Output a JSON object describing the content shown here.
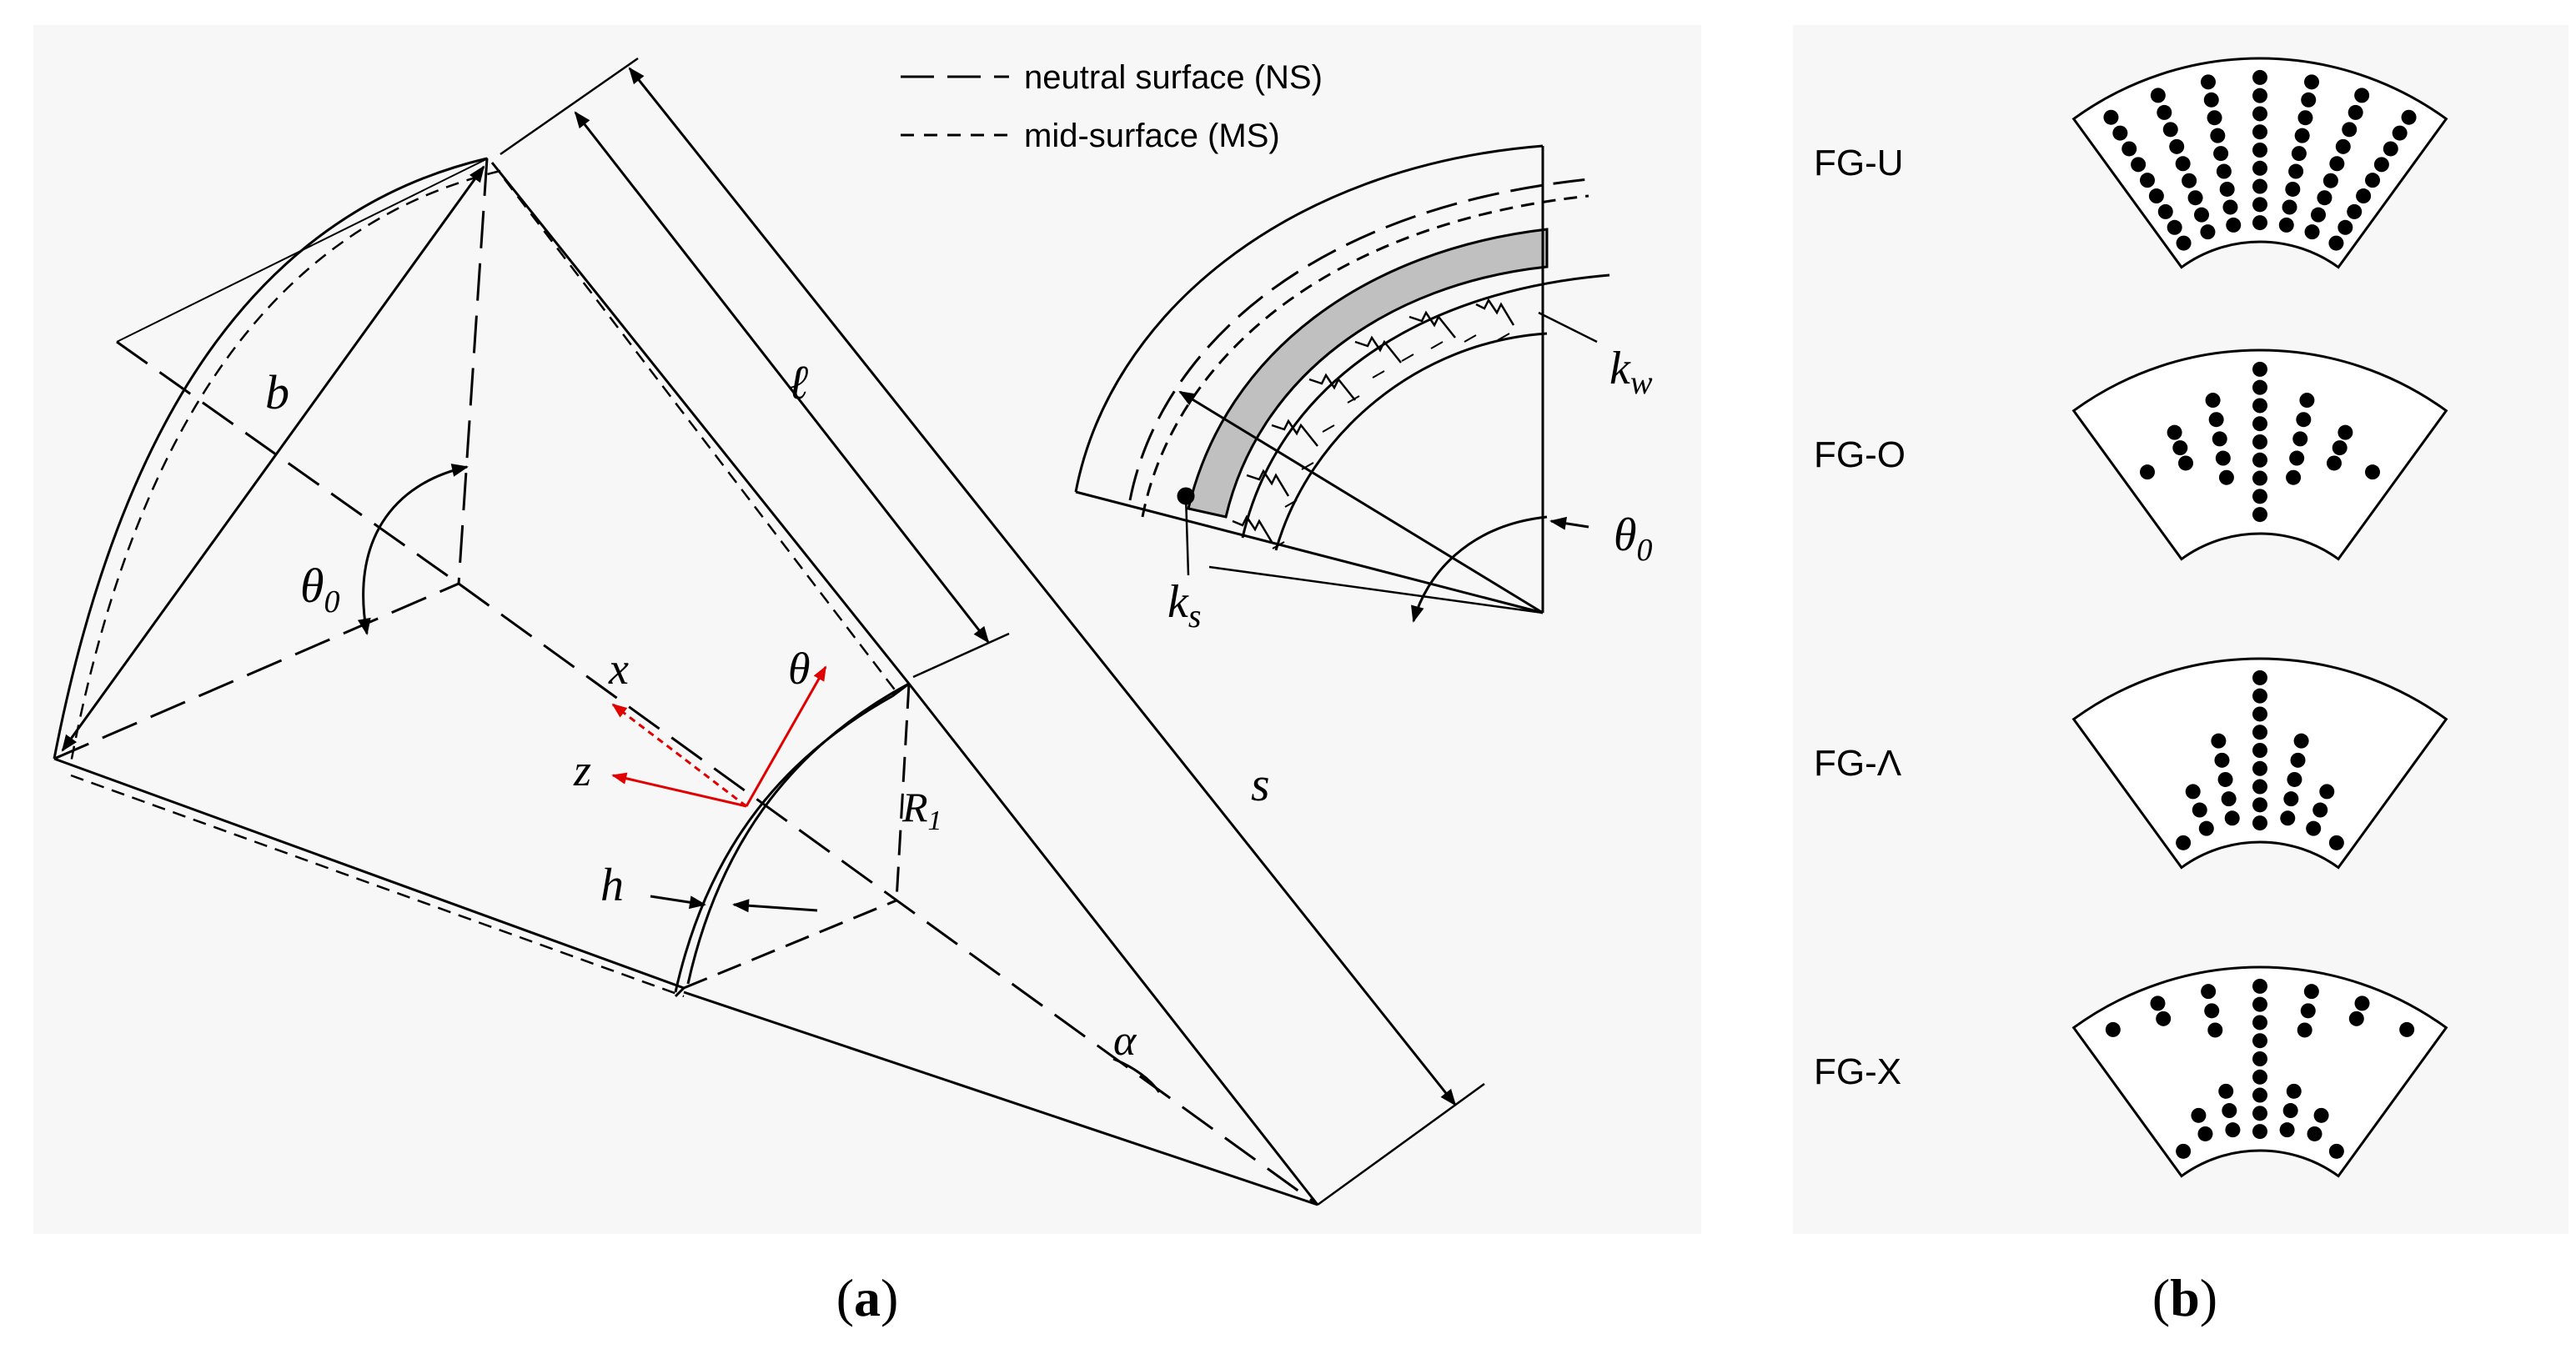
{
  "legend": {
    "neutral_surface": "neutral surface (NS)",
    "mid_surface": "mid-surface (MS)"
  },
  "panel_a": {
    "caption_open": "(",
    "caption_letter": "a",
    "caption_close": ")",
    "labels": {
      "b": "b",
      "theta0": "θ",
      "theta0_sub": "0",
      "ell": "ℓ",
      "x": "x",
      "z": "z",
      "theta": "θ",
      "R1": "R",
      "R1_sub": "1",
      "h": "h",
      "s": "s",
      "alpha": "α",
      "kw": "k",
      "kw_sub": "w",
      "ks": "k",
      "ks_sub": "s",
      "theta0_inset": "θ",
      "theta0_inset_sub": "0"
    }
  },
  "panel_b": {
    "caption_open": "(",
    "caption_letter": "b",
    "caption_close": ")",
    "patterns": [
      {
        "label": "FG-U"
      },
      {
        "label": "FG-O"
      },
      {
        "label": "FG-Λ"
      },
      {
        "label": "FG-X"
      }
    ]
  },
  "colors": {
    "background": "#ffffff",
    "panel_bg": "#f7f7f7",
    "line": "#000000",
    "axis_red": "#e00000",
    "layer_gray": "#c0c0c0"
  }
}
